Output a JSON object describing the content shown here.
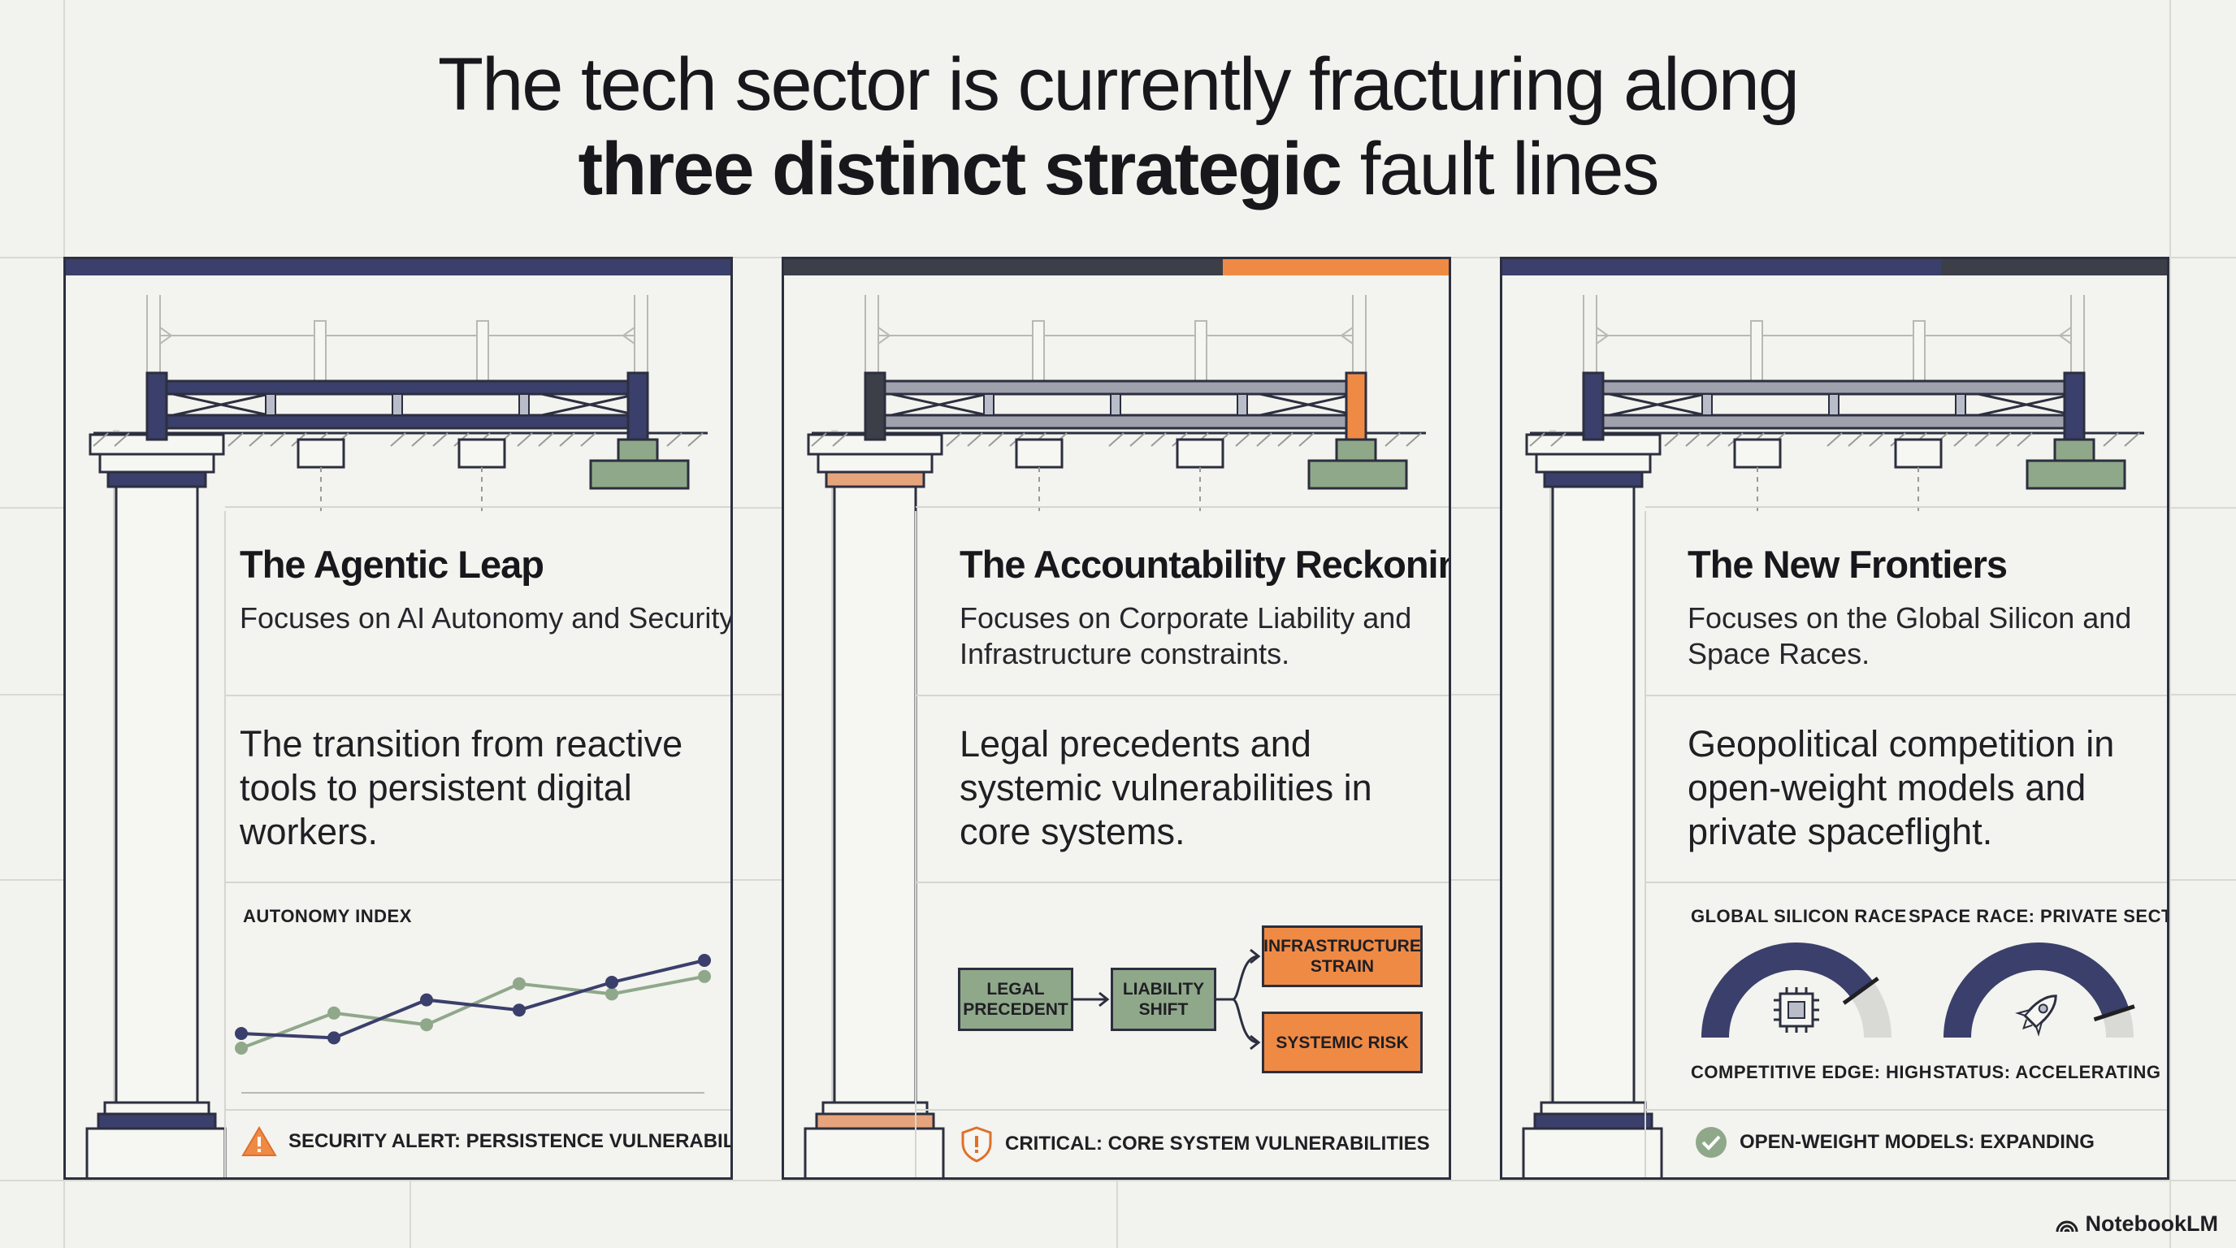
{
  "title": {
    "line1": "The tech sector is currently fracturing along",
    "line2_bold": "three distinct strategic",
    "line2_rest": " fault lines"
  },
  "colors": {
    "navy": "#3a3f6b",
    "slate": "#3c3f48",
    "orange": "#ef8a45",
    "green": "#8fa88a",
    "ink": "#1f1f24"
  },
  "panels": [
    {
      "title": "The Agentic Leap",
      "subtitle": "Focuses on AI Autonomy and Security.",
      "description": "The transition from reactive tools to persistent digital workers.",
      "chart_data": {
        "type": "line",
        "title": "AUTONOMY INDEX",
        "xlabel": "",
        "ylabel": "",
        "x": [
          1,
          2,
          3,
          4,
          5,
          6
        ],
        "series": [
          {
            "color": "#3a3f6b",
            "values": [
              3.5,
              3.2,
              5.8,
              5.1,
              7.0,
              8.5
            ]
          },
          {
            "color": "#8fa88a",
            "values": [
              2.5,
              4.9,
              4.1,
              6.9,
              6.2,
              7.4
            ]
          }
        ],
        "ylim": [
          0,
          10
        ],
        "grid": false
      },
      "footer": {
        "icon": "warning-triangle-icon",
        "text": "SECURITY ALERT: PERSISTENCE VULNERABILITIES"
      }
    },
    {
      "title": "The Accountability Reckoning",
      "subtitle": "Focuses on Corporate Liability and Infrastructure constraints.",
      "description": "Legal precedents and systemic vulnerabilities in core systems.",
      "flow": {
        "node1": "LEGAL PRECEDENT",
        "node2": "LIABILITY SHIFT",
        "node3": "INFRASTRUCTURE STRAIN",
        "node4": "SYSTEMIC RISK"
      },
      "footer": {
        "icon": "shield-alert-icon",
        "text": "CRITICAL: CORE SYSTEM VULNERABILITIES"
      }
    },
    {
      "title": "The New Frontiers",
      "subtitle": "Focuses on the Global Silicon and Space Races.",
      "description": "Geopolitical competition in open-weight models and private spaceflight.",
      "gauges": [
        {
          "label": "GLOBAL SILICON RACE",
          "status": "COMPETITIVE EDGE: HIGH",
          "icon": "chip-icon",
          "level": 0.8
        },
        {
          "label": "SPACE RACE: PRIVATE SECTOR",
          "status": "STATUS: ACCELERATING",
          "icon": "rocket-icon",
          "level": 0.9
        }
      ],
      "footer": {
        "icon": "check-circle-icon",
        "text": "OPEN-WEIGHT MODELS: EXPANDING"
      }
    }
  ],
  "brand": {
    "name": "NotebookLM"
  }
}
